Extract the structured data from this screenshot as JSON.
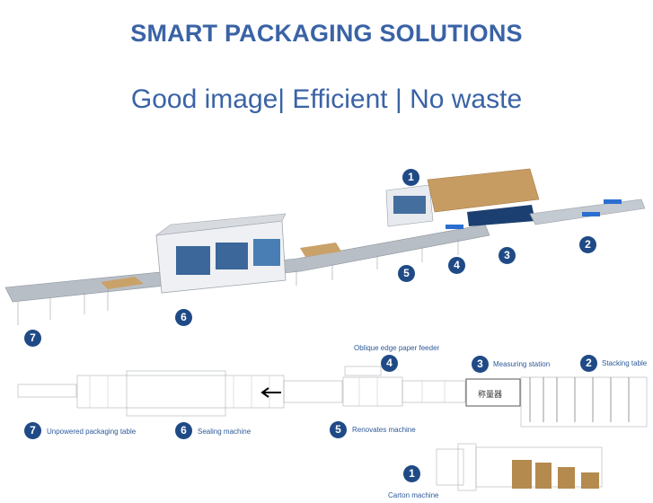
{
  "header": {
    "title": "SMART PACKAGING SOLUTIONS",
    "subtitle": "Good image| Efficient | No waste"
  },
  "render_badges": [
    "1",
    "2",
    "3",
    "4",
    "5",
    "6",
    "7"
  ],
  "plan_view": {
    "stations": [
      {
        "number": "1",
        "label": "Carton machine"
      },
      {
        "number": "2",
        "label": "Stacking table"
      },
      {
        "number": "3",
        "label": "Measuring station"
      },
      {
        "number": "4",
        "label": "Oblique edge paper feeder"
      },
      {
        "number": "5",
        "label": "Renovates machine"
      },
      {
        "number": "6",
        "label": "Sealing machine"
      },
      {
        "number": "7",
        "label": "Unpowered packaging table"
      }
    ],
    "drawing_text": "称量器"
  },
  "colors": {
    "title": "#3a63a6",
    "badge": "#1f4a86",
    "carton": "#b48a4e",
    "machine_blue": "#1b4f8a"
  }
}
